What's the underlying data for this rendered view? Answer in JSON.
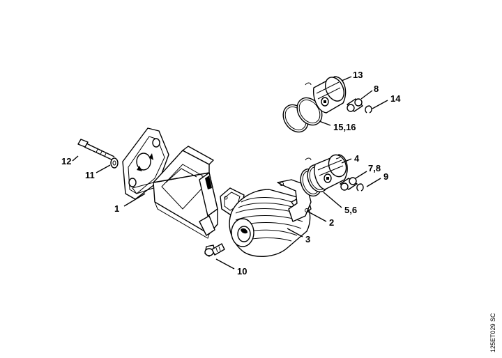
{
  "diagram": {
    "labels": {
      "l1": "1",
      "l2": "2",
      "l3": "3",
      "l4": "4",
      "l56": "5,6",
      "l78": "7,8",
      "l8": "8",
      "l9": "9",
      "l10": "10",
      "l11": "11",
      "l12": "12",
      "l13": "13",
      "l14": "14",
      "l1516": "15,16"
    },
    "drawing_code": "125ET029 SC"
  }
}
